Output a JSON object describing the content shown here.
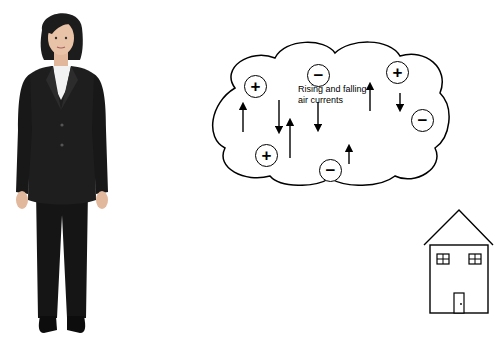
{
  "diagram": {
    "nodes": [
      {
        "text": [
          "Rising and falling air currents"
        ]
      },
      {
        "text": [
          "+"
        ],
        "in": 0
      },
      {
        "text": [
          "−"
        ],
        "in": 0
      },
      {
        "text": [
          "+"
        ],
        "in": 0
      },
      {
        "text": [
          "−"
        ],
        "in": 0
      },
      {
        "text": [
          "+"
        ],
        "in": 0
      },
      {
        "text": [
          "−"
        ],
        "in": 0
      }
    ]
  }
}
